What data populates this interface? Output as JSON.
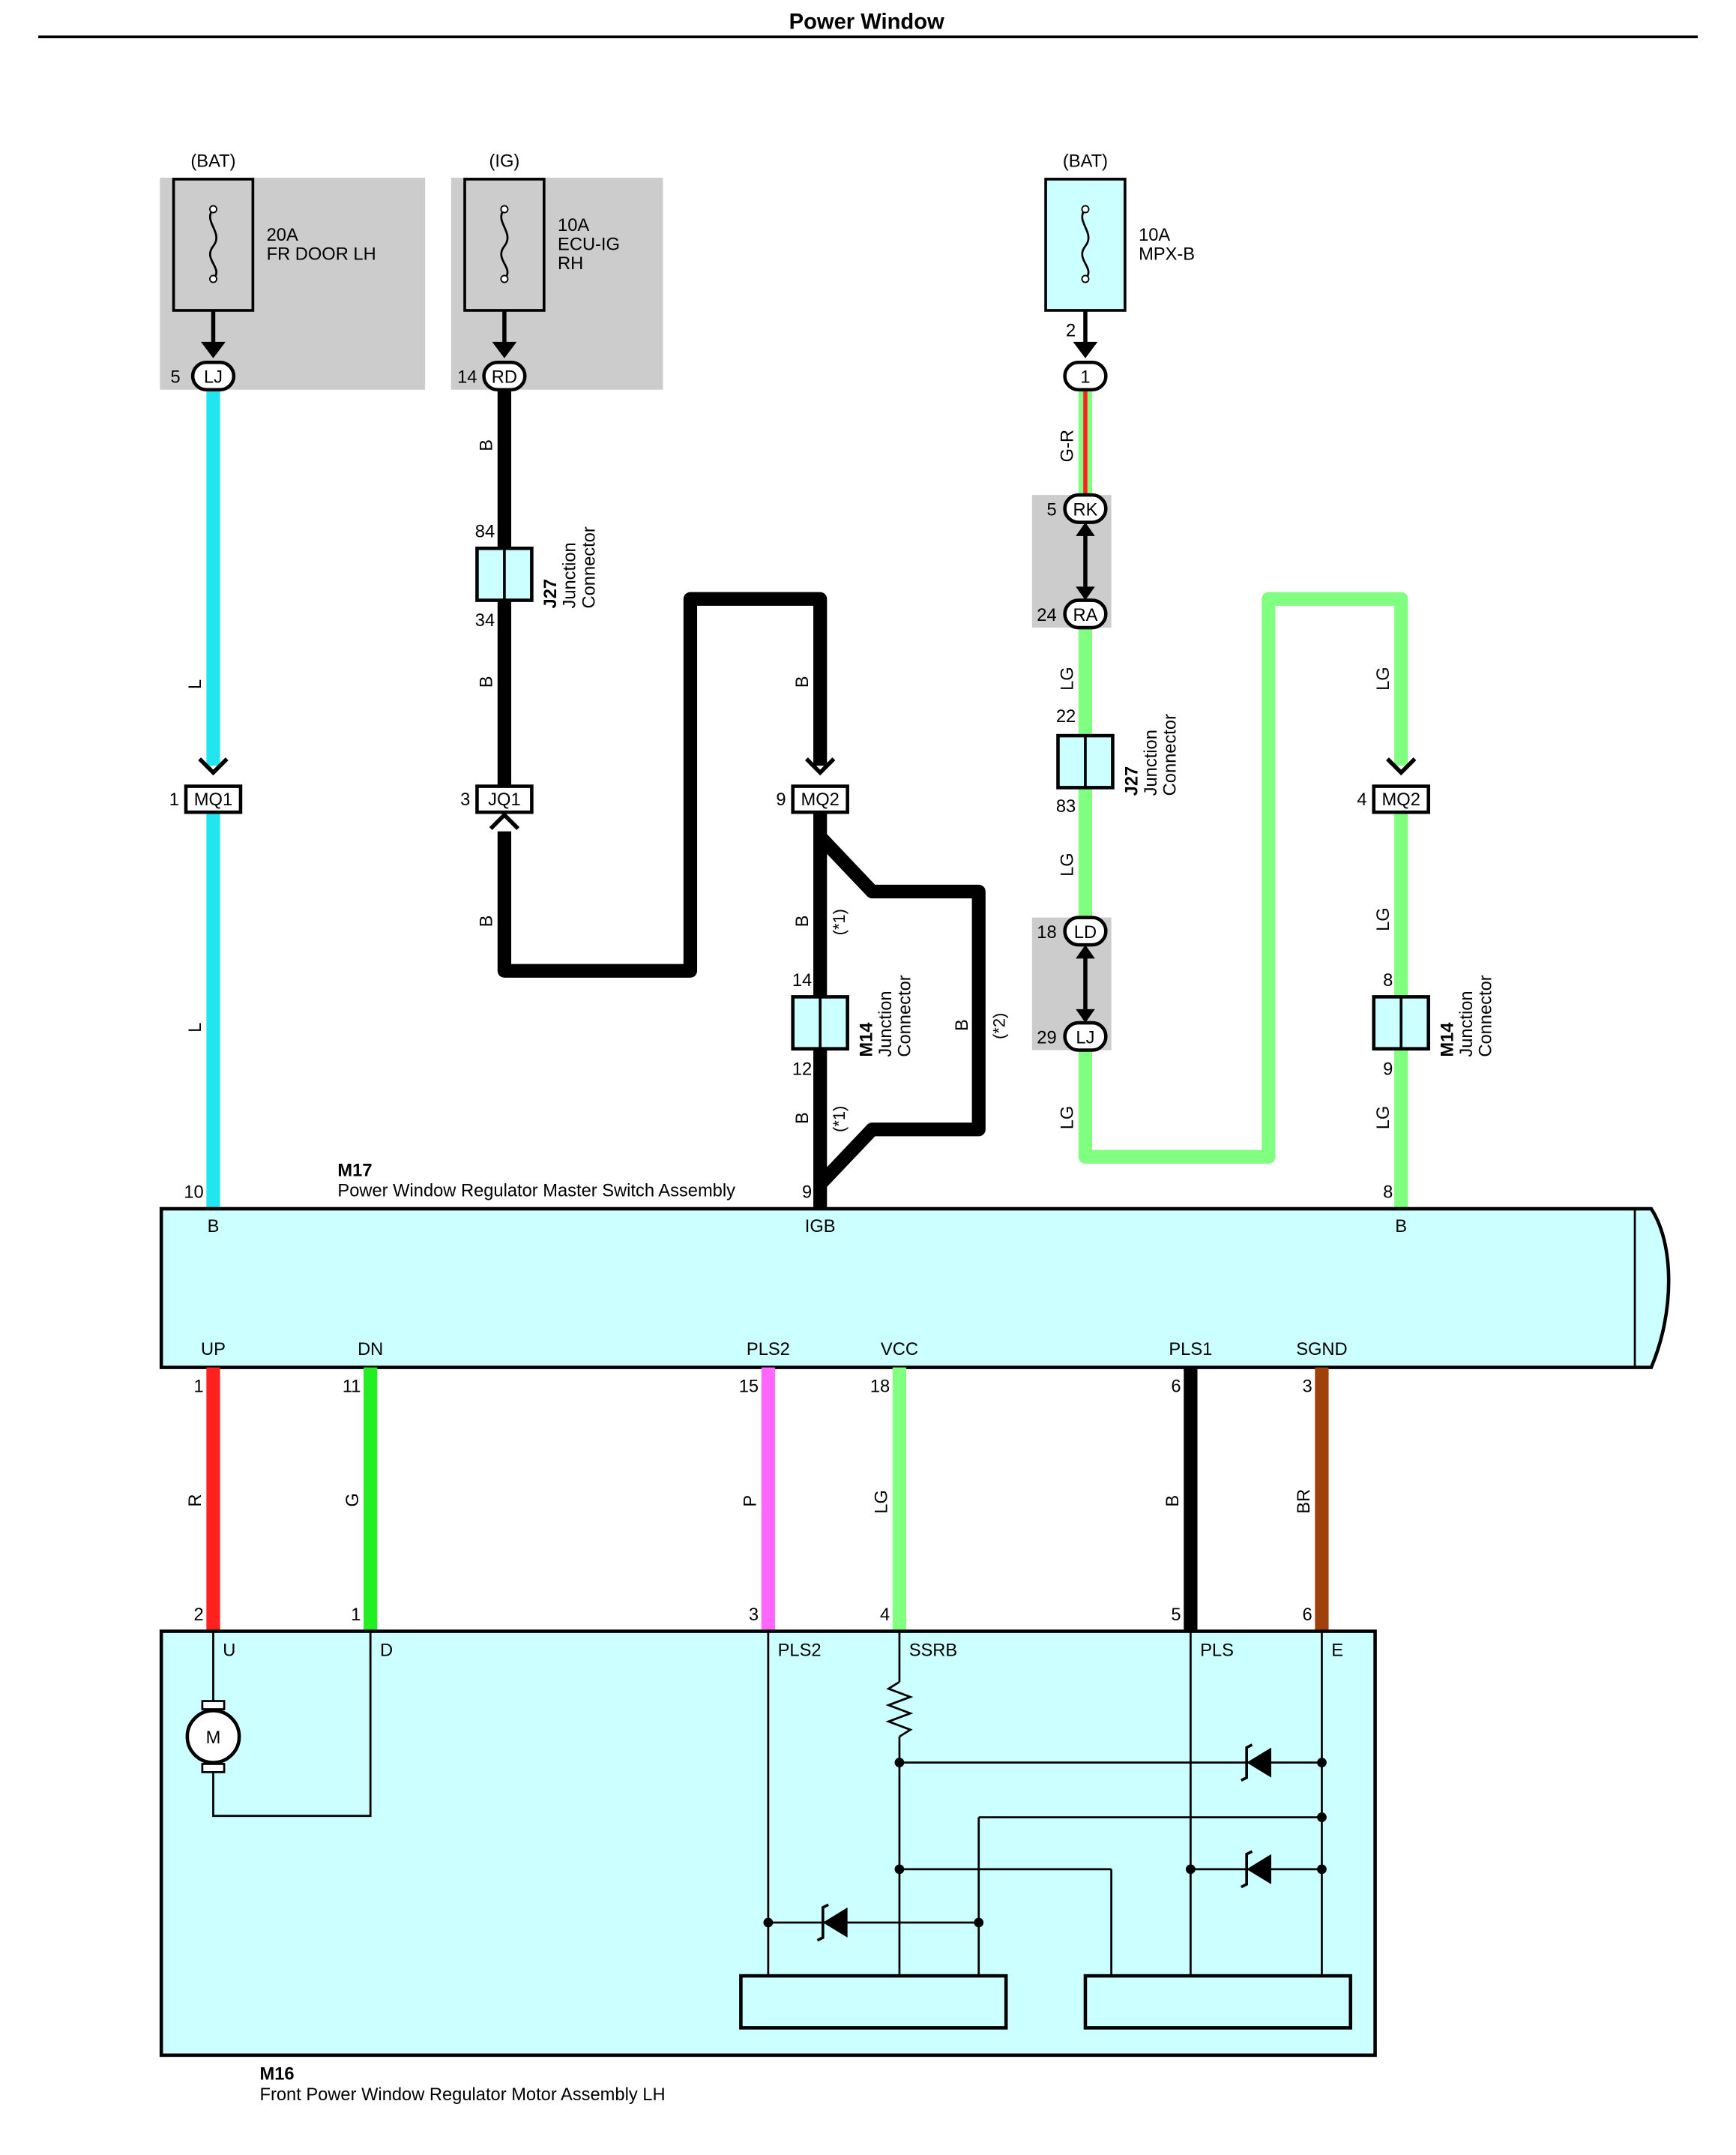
{
  "title": "Power Window",
  "fuses": [
    {
      "source": "(BAT)",
      "rating": "20A",
      "name1": "FR DOOR LH",
      "name2": ""
    },
    {
      "source": "(IG)",
      "rating": "10A",
      "name1": "ECU-IG",
      "name2": "RH"
    },
    {
      "source": "(BAT)",
      "rating": "10A",
      "name1": "MPX-B",
      "name2": ""
    }
  ],
  "connectors": {
    "lj_top": "LJ",
    "rd": "RD",
    "c1": "1",
    "rk": "RK",
    "ra": "RA",
    "mq1": "MQ1",
    "jq1": "JQ1",
    "mq2a": "MQ2",
    "mq2b": "MQ2",
    "ld": "LD",
    "lj_low": "LJ"
  },
  "junctions": [
    {
      "code": "J27",
      "name1": "Junction",
      "name2": "Connector",
      "pin_top": "84",
      "pin_bot": "34"
    },
    {
      "code": "M14",
      "name1": "Junction",
      "name2": "Connector",
      "pin_top": "14",
      "pin_bot": "12"
    },
    {
      "code": "J27",
      "name1": "Junction",
      "name2": "Connector",
      "pin_top": "22",
      "pin_bot": "83"
    },
    {
      "code": "M14",
      "name1": "Junction",
      "name2": "Connector",
      "pin_top": "8",
      "pin_bot": "9"
    }
  ],
  "pins": {
    "lj5": "5",
    "rd14": "14",
    "fuse3_2": "2",
    "rk5": "5",
    "ra24": "24",
    "mq1_1": "1",
    "jq1_3": "3",
    "mq2_9": "9",
    "mq2_4": "4",
    "ld18": "18",
    "lj29": "29",
    "m17_10": "10",
    "m17_9": "9",
    "m17_8": "8"
  },
  "wire_colors": {
    "L": "L",
    "B": "B",
    "G_R": "G-R",
    "LG": "LG",
    "R": "R",
    "G": "G",
    "P": "P",
    "BR": "BR",
    "note1": "(*1)",
    "note2": "(*2)"
  },
  "m17": {
    "code": "M17",
    "name": "Power Window Regulator Master Switch Assembly",
    "top_terminals": [
      "B",
      "IGB",
      "B"
    ],
    "bottom_terminals": [
      {
        "name": "UP",
        "pin": "1"
      },
      {
        "name": "DN",
        "pin": "11"
      },
      {
        "name": "PLS2",
        "pin": "15"
      },
      {
        "name": "VCC",
        "pin": "18"
      },
      {
        "name": "PLS1",
        "pin": "6"
      },
      {
        "name": "SGND",
        "pin": "3"
      }
    ]
  },
  "m16": {
    "code": "M16",
    "name": "Front Power Window Regulator Motor Assembly LH",
    "motor": "M",
    "terminals": [
      {
        "name": "U",
        "pin": "2"
      },
      {
        "name": "D",
        "pin": "1"
      },
      {
        "name": "PLS2",
        "pin": "3"
      },
      {
        "name": "SSRB",
        "pin": "4"
      },
      {
        "name": "PLS",
        "pin": "5"
      },
      {
        "name": "E",
        "pin": "6"
      }
    ]
  },
  "colors": {
    "L": "#22e5f0",
    "B": "#000000",
    "LG": "#80ff80",
    "R": "#ff2020",
    "G": "#22ee22",
    "P": "#ff66ff",
    "BR": "#a0400a",
    "panel": "#ccffff",
    "splice": "#cccccc"
  }
}
